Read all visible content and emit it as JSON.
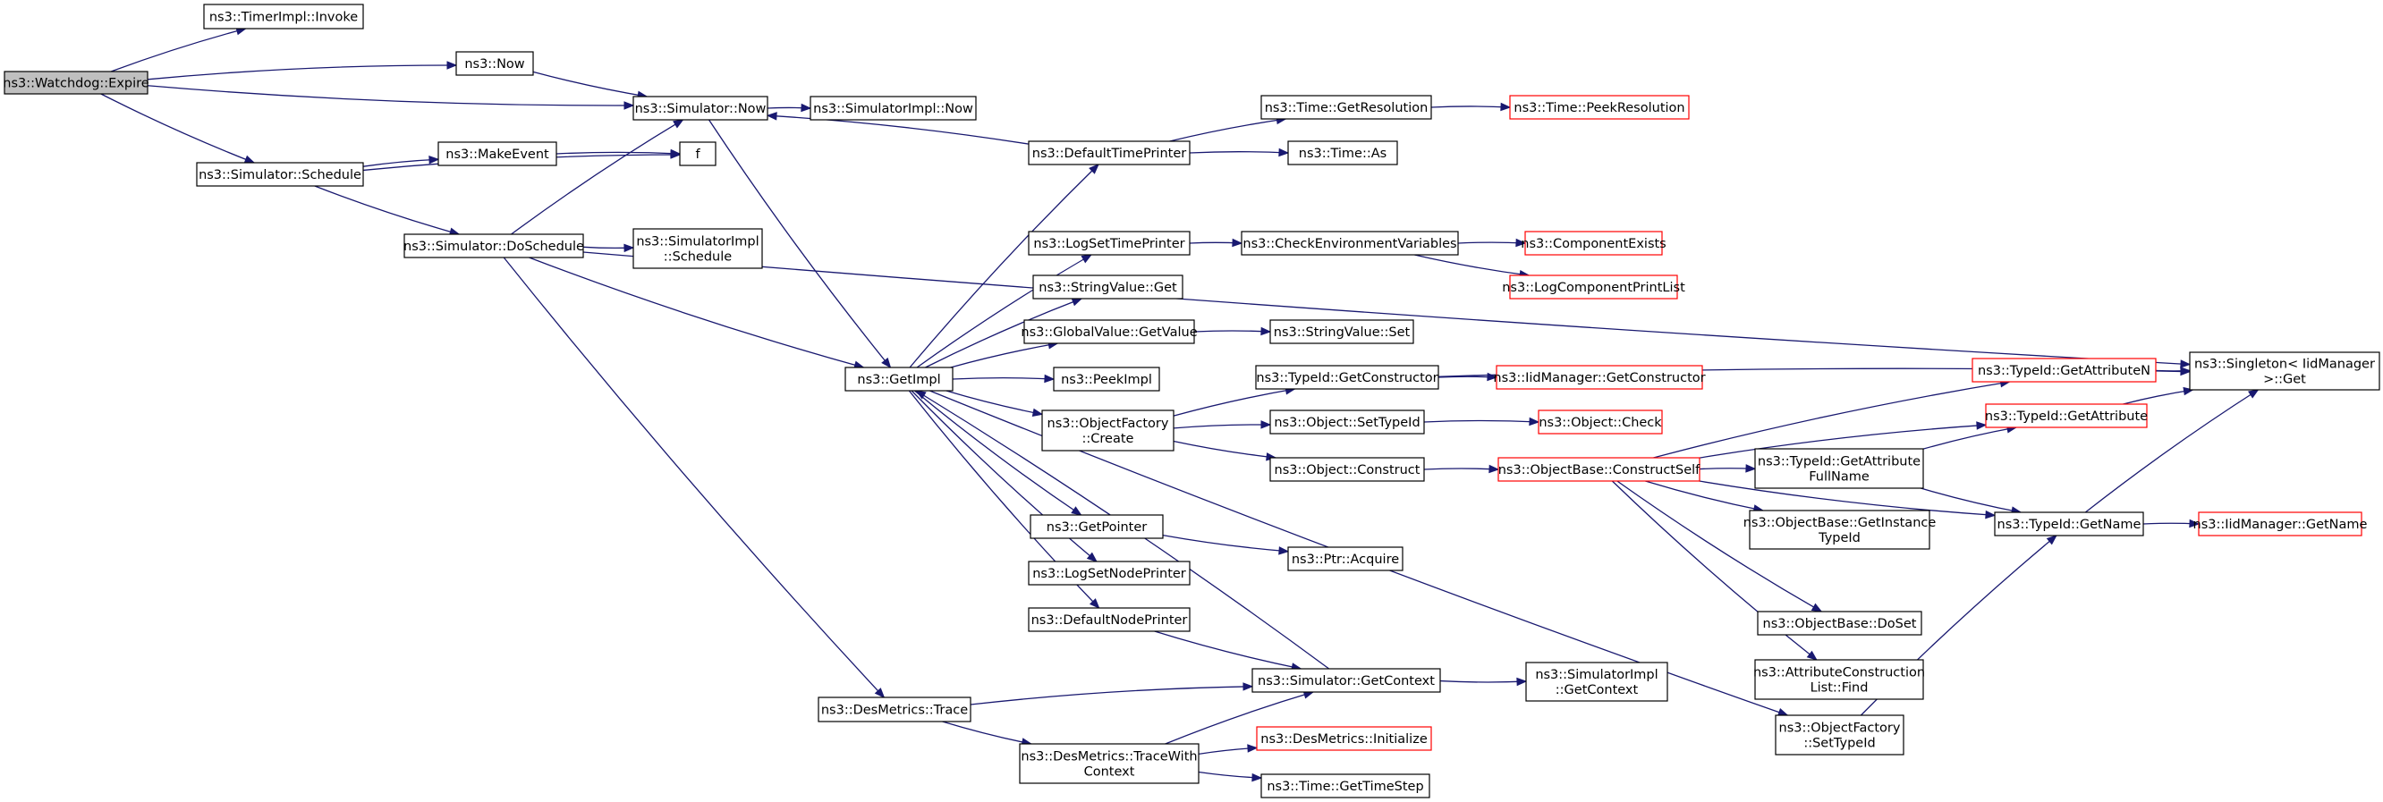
{
  "colors": {
    "edge": "#191970",
    "root_fill": "#bfbfbf",
    "truncated_border": "#ff0000",
    "border": "#000000"
  },
  "nodes": [
    {
      "id": "expire",
      "lines": [
        "ns3::Watchdog::Expire"
      ],
      "root": true
    },
    {
      "id": "timerinvoke",
      "lines": [
        "ns3::TimerImpl::Invoke"
      ]
    },
    {
      "id": "now",
      "lines": [
        "ns3::Now"
      ]
    },
    {
      "id": "simnow",
      "lines": [
        "ns3::Simulator::Now"
      ]
    },
    {
      "id": "simimplnow",
      "lines": [
        "ns3::SimulatorImpl::Now"
      ]
    },
    {
      "id": "schedule",
      "lines": [
        "ns3::Simulator::Schedule"
      ]
    },
    {
      "id": "makeevent",
      "lines": [
        "ns3::MakeEvent"
      ]
    },
    {
      "id": "f",
      "lines": [
        "f"
      ]
    },
    {
      "id": "doschedule",
      "lines": [
        "ns3::Simulator::DoSchedule"
      ]
    },
    {
      "id": "simimplschedule",
      "lines": [
        "ns3::SimulatorImpl",
        "::Schedule"
      ]
    },
    {
      "id": "getimpl",
      "lines": [
        "ns3::GetImpl"
      ]
    },
    {
      "id": "desmetricstrace",
      "lines": [
        "ns3::DesMetrics::Trace"
      ]
    },
    {
      "id": "desmetricstracewith",
      "lines": [
        "ns3::DesMetrics::TraceWith",
        "Context"
      ]
    },
    {
      "id": "desmetricsinit",
      "lines": [
        "ns3::DesMetrics::Initialize"
      ],
      "truncated": true
    },
    {
      "id": "timegettimestep",
      "lines": [
        "ns3::Time::GetTimeStep"
      ]
    },
    {
      "id": "simgetcontext",
      "lines": [
        "ns3::Simulator::GetContext"
      ]
    },
    {
      "id": "simimplgetcontext",
      "lines": [
        "ns3::SimulatorImpl",
        "::GetContext"
      ]
    },
    {
      "id": "defaulttimeprinter",
      "lines": [
        "ns3::DefaultTimePrinter"
      ]
    },
    {
      "id": "timegetres",
      "lines": [
        "ns3::Time::GetResolution"
      ]
    },
    {
      "id": "timepeekres",
      "lines": [
        "ns3::Time::PeekResolution"
      ],
      "truncated": true
    },
    {
      "id": "timeas",
      "lines": [
        "ns3::Time::As"
      ]
    },
    {
      "id": "logsettimeprinter",
      "lines": [
        "ns3::LogSetTimePrinter"
      ]
    },
    {
      "id": "checkenv",
      "lines": [
        "ns3::CheckEnvironmentVariables"
      ]
    },
    {
      "id": "componentexists",
      "lines": [
        "ns3::ComponentExists"
      ],
      "truncated": true
    },
    {
      "id": "logcompprintlist",
      "lines": [
        "ns3::LogComponentPrintList"
      ],
      "truncated": true
    },
    {
      "id": "stringvalueget",
      "lines": [
        "ns3::StringValue::Get"
      ]
    },
    {
      "id": "globalvaluegetvalue",
      "lines": [
        "ns3::GlobalValue::GetValue"
      ]
    },
    {
      "id": "stringvalueset",
      "lines": [
        "ns3::StringValue::Set"
      ]
    },
    {
      "id": "peekimpl",
      "lines": [
        "ns3::PeekImpl"
      ]
    },
    {
      "id": "objectfactorycreate",
      "lines": [
        "ns3::ObjectFactory",
        "::Create"
      ]
    },
    {
      "id": "typeidgetconstructor",
      "lines": [
        "ns3::TypeId::GetConstructor"
      ]
    },
    {
      "id": "iidmanagergetconstructor",
      "lines": [
        "ns3::IidManager::GetConstructor"
      ],
      "truncated": true
    },
    {
      "id": "objectsettypeid",
      "lines": [
        "ns3::Object::SetTypeId"
      ]
    },
    {
      "id": "objectcheck",
      "lines": [
        "ns3::Object::Check"
      ],
      "truncated": true
    },
    {
      "id": "objectconstruct",
      "lines": [
        "ns3::Object::Construct"
      ]
    },
    {
      "id": "constructself",
      "lines": [
        "ns3::ObjectBase::ConstructSelf"
      ],
      "truncated": true
    },
    {
      "id": "typeidgetattributen",
      "lines": [
        "ns3::TypeId::GetAttributeN"
      ],
      "truncated": true
    },
    {
      "id": "typeidgetattribute",
      "lines": [
        "ns3::TypeId::GetAttribute"
      ],
      "truncated": true
    },
    {
      "id": "singletonget",
      "lines": [
        "ns3::Singleton< IidManager",
        ">::Get"
      ]
    },
    {
      "id": "typeidgetattrfullname",
      "lines": [
        "ns3::TypeId::GetAttribute",
        "FullName"
      ]
    },
    {
      "id": "typeidgetname",
      "lines": [
        "ns3::TypeId::GetName"
      ]
    },
    {
      "id": "iidmanagergetname",
      "lines": [
        "ns3::IidManager::GetName"
      ],
      "truncated": true
    },
    {
      "id": "objectbasegetinstancetypeid",
      "lines": [
        "ns3::ObjectBase::GetInstance",
        "TypeId"
      ]
    },
    {
      "id": "objectbasedoset",
      "lines": [
        "ns3::ObjectBase::DoSet"
      ]
    },
    {
      "id": "attrconstrlistfind",
      "lines": [
        "ns3::AttributeConstruction",
        "List::Find"
      ]
    },
    {
      "id": "objectfactorysettypeid",
      "lines": [
        "ns3::ObjectFactory",
        "::SetTypeId"
      ]
    },
    {
      "id": "getpointer",
      "lines": [
        "ns3::GetPointer"
      ]
    },
    {
      "id": "ptracquire",
      "lines": [
        "ns3::Ptr::Acquire"
      ]
    },
    {
      "id": "logsetnodeprinter",
      "lines": [
        "ns3::LogSetNodePrinter"
      ]
    },
    {
      "id": "defaultnodeprinter",
      "lines": [
        "ns3::DefaultNodePrinter"
      ]
    }
  ],
  "edges": [
    [
      "expire",
      "timerinvoke"
    ],
    [
      "expire",
      "now"
    ],
    [
      "expire",
      "simnow"
    ],
    [
      "expire",
      "schedule"
    ],
    [
      "now",
      "simnow"
    ],
    [
      "simnow",
      "simimplnow"
    ],
    [
      "simnow",
      "getimpl"
    ],
    [
      "schedule",
      "makeevent"
    ],
    [
      "schedule",
      "f"
    ],
    [
      "schedule",
      "doschedule"
    ],
    [
      "makeevent",
      "f"
    ],
    [
      "doschedule",
      "simnow"
    ],
    [
      "doschedule",
      "simimplschedule"
    ],
    [
      "doschedule",
      "getimpl"
    ],
    [
      "doschedule",
      "desmetricstrace"
    ],
    [
      "doschedule",
      "singletonget"
    ],
    [
      "getimpl",
      "defaulttimeprinter"
    ],
    [
      "getimpl",
      "logsettimeprinter"
    ],
    [
      "getimpl",
      "stringvalueget"
    ],
    [
      "getimpl",
      "globalvaluegetvalue"
    ],
    [
      "getimpl",
      "peekimpl"
    ],
    [
      "getimpl",
      "objectfactorycreate"
    ],
    [
      "getimpl",
      "getpointer"
    ],
    [
      "getimpl",
      "logsetnodeprinter"
    ],
    [
      "getimpl",
      "defaultnodeprinter"
    ],
    [
      "getimpl",
      "objectfactorysettypeid"
    ],
    [
      "defaulttimeprinter",
      "simnow"
    ],
    [
      "defaulttimeprinter",
      "timegetres"
    ],
    [
      "defaulttimeprinter",
      "timeas"
    ],
    [
      "timegetres",
      "timepeekres"
    ],
    [
      "logsettimeprinter",
      "checkenv"
    ],
    [
      "checkenv",
      "componentexists"
    ],
    [
      "checkenv",
      "logcompprintlist"
    ],
    [
      "globalvaluegetvalue",
      "stringvalueset"
    ],
    [
      "objectfactorycreate",
      "typeidgetconstructor"
    ],
    [
      "objectfactorycreate",
      "objectsettypeid"
    ],
    [
      "objectfactorycreate",
      "objectconstruct"
    ],
    [
      "typeidgetconstructor",
      "iidmanagergetconstructor"
    ],
    [
      "typeidgetconstructor",
      "singletonget"
    ],
    [
      "objectsettypeid",
      "objectcheck"
    ],
    [
      "objectconstruct",
      "constructself"
    ],
    [
      "constructself",
      "typeidgetattributen"
    ],
    [
      "constructself",
      "typeidgetattribute"
    ],
    [
      "constructself",
      "typeidgetattrfullname"
    ],
    [
      "constructself",
      "objectbasegetinstancetypeid"
    ],
    [
      "constructself",
      "typeidgetname"
    ],
    [
      "constructself",
      "objectbasedoset"
    ],
    [
      "constructself",
      "attrconstrlistfind"
    ],
    [
      "typeidgetattributen",
      "singletonget"
    ],
    [
      "typeidgetattribute",
      "singletonget"
    ],
    [
      "typeidgetattrfullname",
      "typeidgetattribute"
    ],
    [
      "typeidgetattrfullname",
      "typeidgetname"
    ],
    [
      "typeidgetname",
      "singletonget"
    ],
    [
      "typeidgetname",
      "iidmanagergetname"
    ],
    [
      "objectfactorysettypeid",
      "typeidgetname"
    ],
    [
      "getpointer",
      "ptracquire"
    ],
    [
      "defaultnodeprinter",
      "simgetcontext"
    ],
    [
      "simgetcontext",
      "getimpl"
    ],
    [
      "simgetcontext",
      "simimplgetcontext"
    ],
    [
      "desmetricstrace",
      "simgetcontext"
    ],
    [
      "desmetricstrace",
      "desmetricstracewith"
    ],
    [
      "desmetricstracewith",
      "simgetcontext"
    ],
    [
      "desmetricstracewith",
      "desmetricsinit"
    ],
    [
      "desmetricstracewith",
      "timegettimestep"
    ]
  ]
}
